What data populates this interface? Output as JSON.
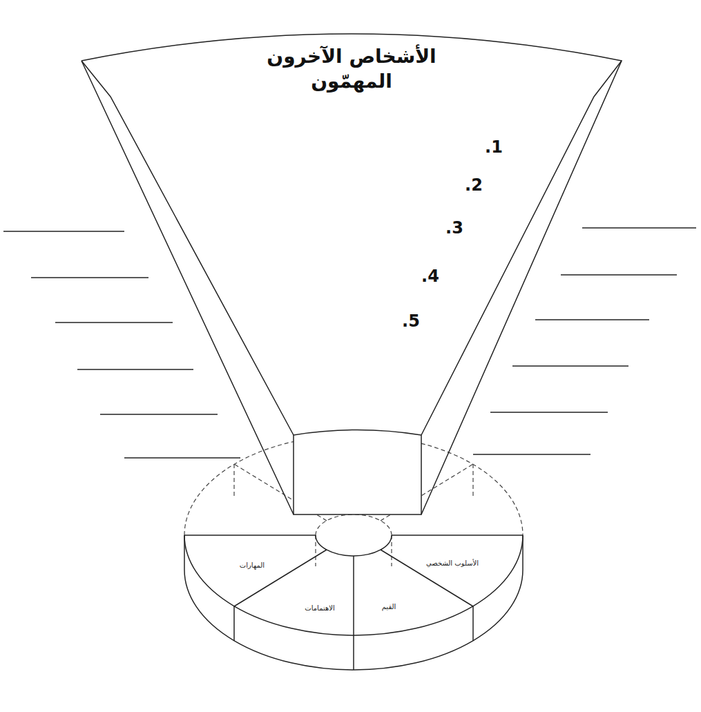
{
  "diagram": {
    "nodes": [
      {
        "text": [
          "الأشخاص الآخرون المهمّون"
        ]
      },
      {
        "text": [
          "الأسلوب الشخصي"
        ]
      },
      {
        "text": [
          "القيم"
        ]
      },
      {
        "text": [
          "الاهتمامات"
        ]
      },
      {
        "text": [
          "المهارات"
        ]
      }
    ],
    "labels": [
      "1.",
      "2.",
      "3.",
      "4.",
      "5."
    ]
  }
}
